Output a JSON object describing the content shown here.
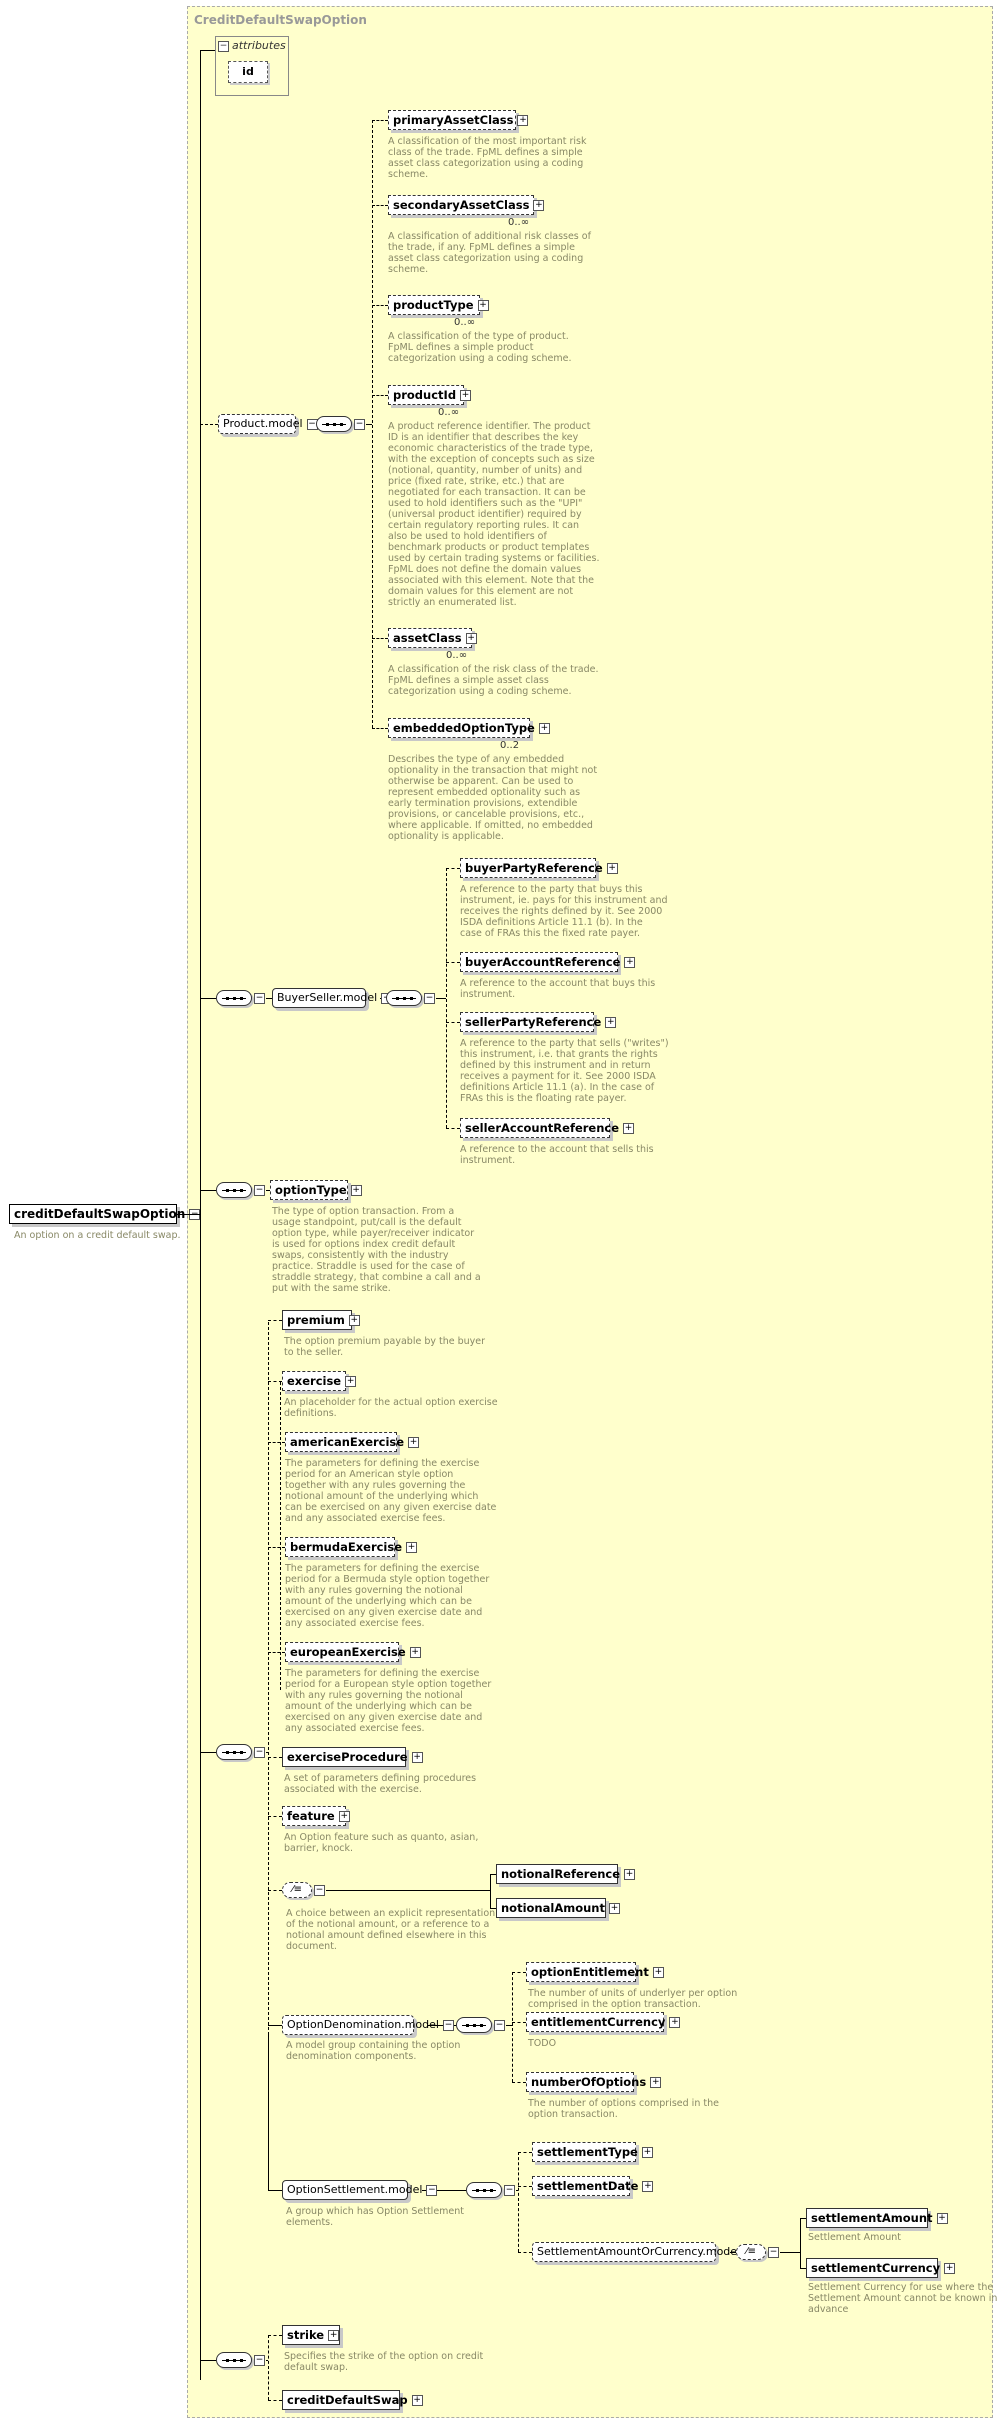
{
  "panel_title": "CreditDefaultSwapOption",
  "attributes": {
    "label": "attributes",
    "items": [
      "id"
    ]
  },
  "root": {
    "name": "creditDefaultSwapOption",
    "description": "An option on a credit default swap."
  },
  "product_model": {
    "name": "Product.model",
    "elements": [
      {
        "name": "primaryAssetClass",
        "card": "",
        "desc": "A classification of the most important risk\nclass of the trade. FpML defines a simple\nasset class categorization using a coding\nscheme."
      },
      {
        "name": "secondaryAssetClass",
        "card": "0..∞",
        "desc": "A classification of additional risk classes of\nthe trade, if any. FpML defines a simple\nasset class categorization using a coding\nscheme."
      },
      {
        "name": "productType",
        "card": "0..∞",
        "desc": "A classification of the type of product.\nFpML defines a simple product\ncategorization using a coding scheme."
      },
      {
        "name": "productId",
        "card": "0..∞",
        "desc": "A product reference identifier. The product\nID is an identifier that describes the key\neconomic characteristics of the trade type,\nwith the exception of concepts such as size\n(notional, quantity, number of units) and\nprice (fixed rate, strike, etc.) that are\nnegotiated for each transaction. It can be\nused to hold identifiers such as the \"UPI\"\n(universal product identifier) required by\ncertain regulatory reporting rules. It can\nalso be used to hold identifiers of\nbenchmark products or product templates\nused by certain trading systems or facilities.\nFpML does not define the domain values\nassociated with this element. Note that the\ndomain values for this element are not\nstrictly an enumerated list."
      },
      {
        "name": "assetClass",
        "card": "0..∞",
        "desc": "A classification of the risk class of the trade.\nFpML defines a simple asset class\ncategorization using a coding scheme."
      },
      {
        "name": "embeddedOptionType",
        "card": "0..2",
        "desc": "Describes the type of any embedded\noptionality in the transaction that might not\notherwise be apparent. Can be used to\nrepresent embedded optionality such as\nearly termination provisions, extendible\nprovisions, or cancelable provisions, etc.,\nwhere applicable. If omitted, no embedded\noptionality is applicable."
      }
    ]
  },
  "buyer_seller_model": {
    "name": "BuyerSeller.model",
    "elements": [
      {
        "name": "buyerPartyReference",
        "desc": "A reference to the party that buys this\ninstrument, ie. pays for this instrument and\nreceives the rights defined by it. See 2000\nISDA definitions Article 11.1 (b). In the\ncase of FRAs this the fixed rate payer."
      },
      {
        "name": "buyerAccountReference",
        "desc": "A reference to the account that buys this\ninstrument."
      },
      {
        "name": "sellerPartyReference",
        "desc": "A reference to the party that sells (\"writes\")\nthis instrument, i.e. that grants the rights\ndefined by this instrument and in return\nreceives a payment for it. See 2000 ISDA\ndefinitions Article 11.1 (a). In the case of\nFRAs this is the floating rate payer."
      },
      {
        "name": "sellerAccountReference",
        "desc": "A reference to the account that sells this\ninstrument."
      }
    ]
  },
  "option_type": {
    "name": "optionType",
    "desc": "The type of option transaction. From a\nusage standpoint, put/call is the default\noption type, while payer/receiver indicator\nis used for options index credit default\nswaps, consistently with the industry\npractice. Straddle is used for the case of\nstraddle strategy, that combine a call and a\nput with the same strike."
  },
  "option_elements": [
    {
      "name": "premium",
      "desc": "The option premium payable by the buyer\nto the seller."
    },
    {
      "name": "exercise",
      "desc": "An placeholder for the actual option exercise\ndefinitions."
    },
    {
      "name": "americanExercise",
      "desc": "The parameters for defining the exercise\nperiod for an American style option\ntogether with any rules governing the\nnotional amount of the underlying which\ncan be exercised on any given exercise date\nand any associated exercise fees."
    },
    {
      "name": "bermudaExercise",
      "desc": "The parameters for defining the exercise\nperiod for a Bermuda style option together\nwith any rules governing the notional\namount of the underlying which can be\nexercised on any given exercise date and\nany associated exercise fees."
    },
    {
      "name": "europeanExercise",
      "desc": "The parameters for defining the exercise\nperiod for a European style option together\nwith any rules governing the notional\namount of the underlying which can be\nexercised on any given exercise date and\nany associated exercise fees."
    },
    {
      "name": "exerciseProcedure",
      "desc": "A set of parameters defining procedures\nassociated with the exercise."
    },
    {
      "name": "feature",
      "desc": "An Option feature such as quanto, asian,\nbarrier, knock."
    }
  ],
  "notional_choice": {
    "desc": "A choice between an explicit representation\nof the notional amount, or a reference to a\nnotional amount defined elsewhere in this\ndocument.",
    "items": [
      "notionalReference",
      "notionalAmount"
    ]
  },
  "option_denomination": {
    "name": "OptionDenomination.model",
    "desc": "A model group containing the option\ndenomination components.",
    "elements": [
      {
        "name": "optionEntitlement",
        "desc": "The number of units of underlyer per option\ncomprised in the option transaction."
      },
      {
        "name": "entitlementCurrency",
        "desc": "TODO"
      },
      {
        "name": "numberOfOptions",
        "desc": "The number of options comprised in the\noption transaction."
      }
    ]
  },
  "option_settlement": {
    "name": "OptionSettlement.model",
    "desc": "A group which has Option Settlement\nelements.",
    "elements": [
      "settlementType",
      "settlementDate"
    ],
    "amount_or_currency": {
      "name": "SettlementAmountOrCurrency.model",
      "items": [
        {
          "name": "settlementAmount",
          "desc": "Settlement Amount"
        },
        {
          "name": "settlementCurrency",
          "desc": "Settlement Currency for use where the\nSettlement Amount cannot be known in\nadvance"
        }
      ]
    }
  },
  "strike_group": [
    {
      "name": "strike",
      "desc": "Specifies the strike of the option on credit\ndefault swap."
    },
    {
      "name": "creditDefaultSwap",
      "desc": ""
    }
  ]
}
